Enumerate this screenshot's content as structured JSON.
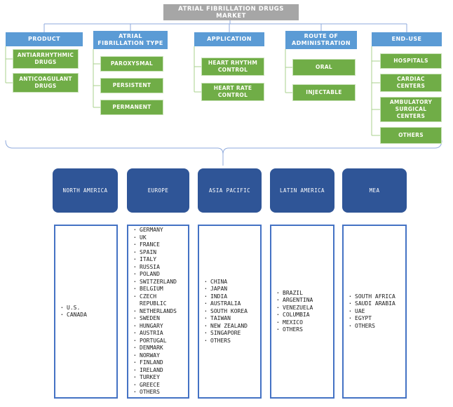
{
  "title": "ATRIAL FIBRILLATION DRUGS MARKET",
  "colors": {
    "title_bg": "#a6a6a6",
    "segment_header_bg": "#5b9bd5",
    "segment_item_bg": "#70ad47",
    "region_bg": "#2f5597",
    "list_border": "#4472c4",
    "connector_blue": "#8faadc",
    "connector_green": "#a9d18e",
    "text_on_fill": "#ffffff"
  },
  "segments": [
    {
      "label": "PRODUCT",
      "items": [
        "ANTIARRHYTHMIC DRUGS",
        "ANTICOAGULANT DRUGS"
      ]
    },
    {
      "label": "ATRIAL FIBRILLATION TYPE",
      "items": [
        "PAROXYSMAL",
        "PERSISTENT",
        "PERMANENT"
      ]
    },
    {
      "label": "APPLICATION",
      "items": [
        "HEART RHYTHM CONTROL",
        "HEART RATE CONTROL"
      ]
    },
    {
      "label": "ROUTE OF ADMINISTRATION",
      "items": [
        "ORAL",
        "INJECTABLE"
      ]
    },
    {
      "label": "END-USE",
      "items": [
        "HOSPITALS",
        "CARDIAC CENTERS",
        "AMBULATORY SURGICAL CENTERS",
        "OTHERS"
      ]
    }
  ],
  "regions": [
    {
      "label": "NORTH AMERICA",
      "countries": [
        "U.S.",
        "CANADA"
      ]
    },
    {
      "label": "EUROPE",
      "countries": [
        "GERMANY",
        "UK",
        "FRANCE",
        "SPAIN",
        "ITALY",
        "RUSSIA",
        "POLAND",
        "SWITZERLAND",
        "BELGIUM",
        "CZECH REPUBLIC",
        "NETHERLANDS",
        "SWEDEN",
        "HUNGARY",
        "AUSTRIA",
        "PORTUGAL",
        "DENMARK",
        "NORWAY",
        "FINLAND",
        "IRELAND",
        "TURKEY",
        "GREECE",
        "OTHERS"
      ]
    },
    {
      "label": "ASIA PACIFIC",
      "countries": [
        "CHINA",
        "JAPAN",
        "INDIA",
        "AUSTRALIA",
        "SOUTH KOREA",
        "TAIWAN",
        "NEW ZEALAND",
        "SINGAPORE",
        "OTHERS"
      ]
    },
    {
      "label": "LATIN AMERICA",
      "countries": [
        "BRAZIL",
        "ARGENTINA",
        "VENEZUELA",
        "COLUMBIA",
        "MEXICO",
        "OTHERS"
      ]
    },
    {
      "label": "MEA",
      "countries": [
        "SOUTH AFRICA",
        "SAUDI ARABIA",
        "UAE",
        "EGYPT",
        "OTHERS"
      ]
    }
  ]
}
